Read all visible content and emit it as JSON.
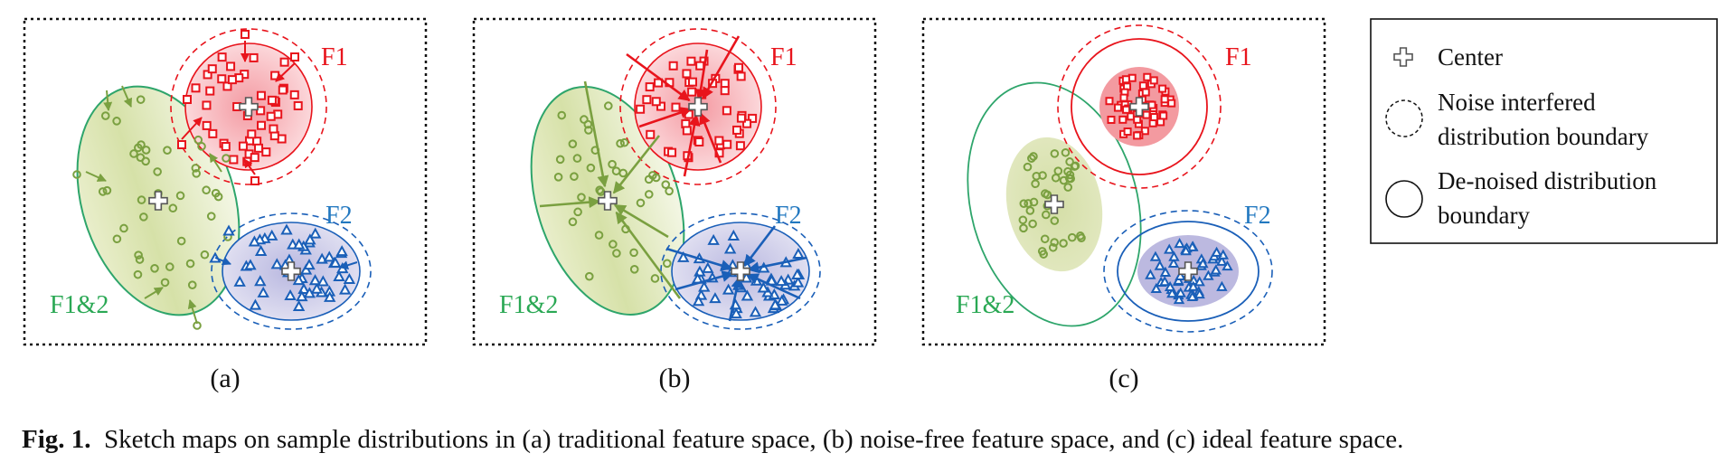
{
  "panels": [
    {
      "id": "a",
      "tag": "(a)",
      "labels": {
        "f1": "F1",
        "f2": "F2",
        "f12": "F1&2"
      }
    },
    {
      "id": "b",
      "tag": "(b)",
      "labels": {
        "f1": "F1",
        "f2": "F2",
        "f12": "F1&2"
      }
    },
    {
      "id": "c",
      "tag": "(c)",
      "labels": {
        "f1": "F1",
        "f2": "F2",
        "f12": "F1&2"
      }
    }
  ],
  "legend": {
    "center": "Center",
    "noise_line1": "Noise interfered",
    "noise_line2": "distribution boundary",
    "denoise_line1": "De-noised distribution",
    "denoise_line2": "boundary"
  },
  "caption": {
    "fig_label": "Fig. 1.",
    "text": "Sketch maps on sample distributions in (a) traditional feature space, (b) noise-free feature space, and (c) ideal feature space."
  },
  "colors": {
    "red": "#e8141c",
    "blue": "#1a5fb8",
    "green": "#7aa040",
    "teal": "#2ea56b",
    "label_green": "#2aa854",
    "label_blue": "#2278c0"
  }
}
